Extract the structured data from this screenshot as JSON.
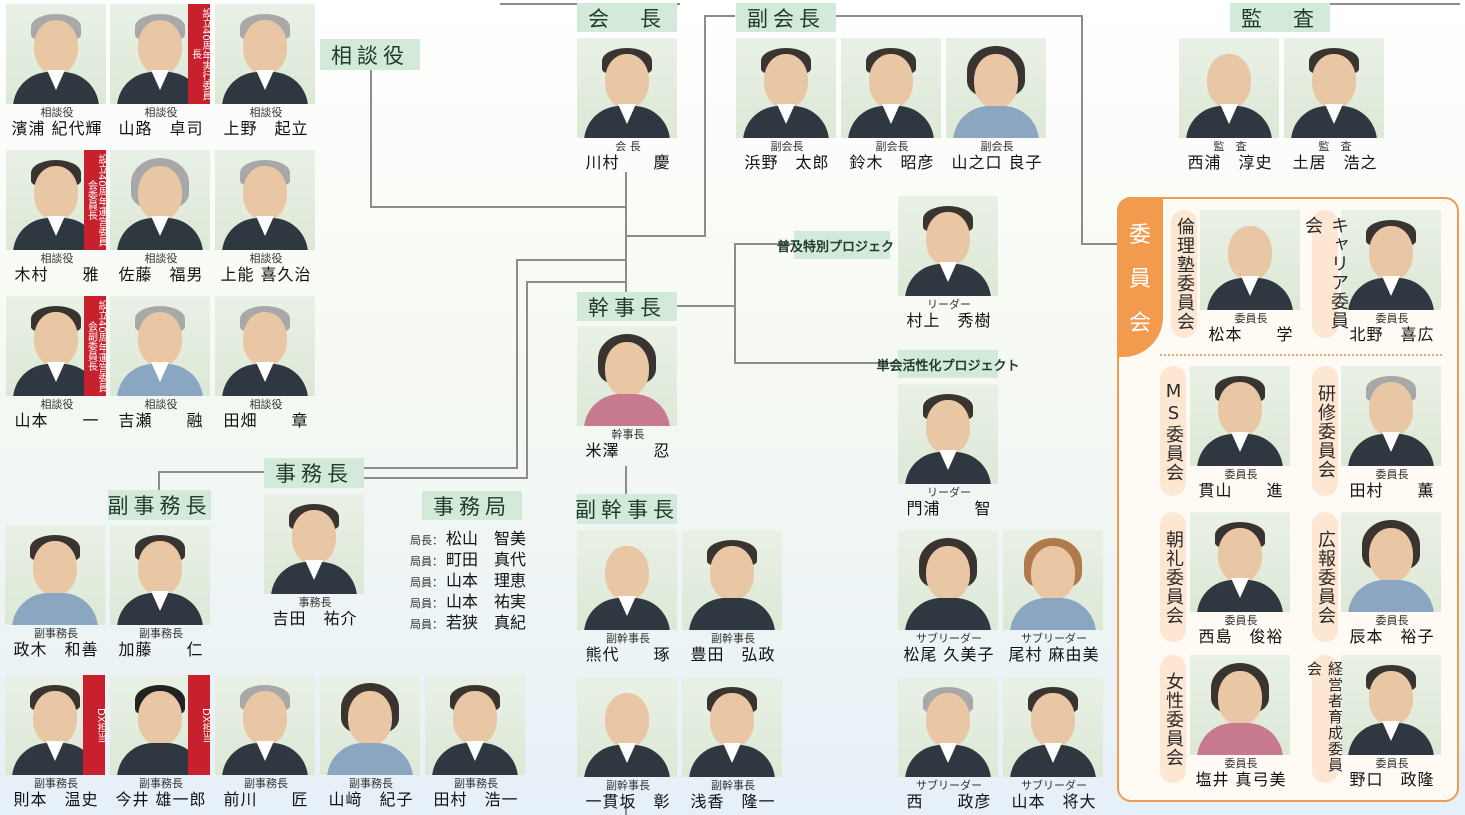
{
  "labels": {
    "soudanyaku": "相談役",
    "kaichou": "会　長",
    "fukukaichou": "副会長",
    "kansa": "監　査",
    "kanjichou": "幹事長",
    "jimuchou": "事務長",
    "fukujimuchou": "副事務長",
    "jimukyoku": "事務局",
    "fukukanjichou": "副幹事長",
    "fukyu": "普及特別プロジェクト",
    "tankai": "単会活性化プロジェクト",
    "iinkai": [
      "委",
      "員",
      "会"
    ]
  },
  "advisors": [
    {
      "role": "相談役",
      "name": "濱浦 紀代輝"
    },
    {
      "role": "相談役",
      "name": "山路　卓司",
      "badge": "設立40周年実行委員長"
    },
    {
      "role": "相談役",
      "name": "上野　起立"
    },
    {
      "role": "相談役",
      "name": "木村　　雅",
      "badge": "設立40周年運営委員会委員長"
    },
    {
      "role": "相談役",
      "name": "佐藤　福男"
    },
    {
      "role": "相談役",
      "name": "上能 喜久治"
    },
    {
      "role": "相談役",
      "name": "山本　　一",
      "badge": "設立40周年運営委員会副委員長"
    },
    {
      "role": "相談役",
      "name": "吉瀬　　融"
    },
    {
      "role": "相談役",
      "name": "田畑　　章"
    }
  ],
  "president": {
    "role": "会 長",
    "name": "川村　　慶"
  },
  "vice_presidents": [
    {
      "role": "副会長",
      "name": "浜野　太郎"
    },
    {
      "role": "副会長",
      "name": "鈴木　昭彦"
    },
    {
      "role": "副会長",
      "name": "山之口 良子"
    }
  ],
  "auditors": [
    {
      "role": "監　査",
      "name": "西浦　淳史"
    },
    {
      "role": "監　査",
      "name": "土居　浩之"
    }
  ],
  "secretary_general": {
    "role": "幹事長",
    "name": "米澤　　忍"
  },
  "office_chief": {
    "role": "事務長",
    "name": "吉田　祐介"
  },
  "vice_office_chiefs": [
    {
      "role": "副事務長",
      "name": "政木　和善"
    },
    {
      "role": "副事務長",
      "name": "加藤　　仁"
    },
    {
      "role": "副事務長",
      "name": "則本　温史",
      "badge": "DX担当"
    },
    {
      "role": "副事務長",
      "name": "今井 雄一郎",
      "badge": "DX担当"
    },
    {
      "role": "副事務長",
      "name": "前川　　匠"
    },
    {
      "role": "副事務長",
      "name": "山﨑　紀子"
    },
    {
      "role": "副事務長",
      "name": "田村　浩一"
    }
  ],
  "office_staff": [
    {
      "role": "局長：",
      "name": "松山　智美"
    },
    {
      "role": "局員：",
      "name": "町田　真代"
    },
    {
      "role": "局員：",
      "name": "山本　理恵"
    },
    {
      "role": "局員：",
      "name": "山本　祐実"
    },
    {
      "role": "局員：",
      "name": "若狭　真紀"
    }
  ],
  "vice_secretaries": [
    {
      "role": "副幹事長",
      "name": "熊代　　琢"
    },
    {
      "role": "副幹事長",
      "name": "豊田　弘政"
    },
    {
      "role": "副幹事長",
      "name": "一貫坂　彰"
    },
    {
      "role": "副幹事長",
      "name": "浅香　隆一"
    }
  ],
  "projects": {
    "fukyu_leader": {
      "role": "リーダー",
      "name": "村上　秀樹"
    },
    "tankai_leader": {
      "role": "リーダー",
      "name": "門浦　　智"
    },
    "subleaders": [
      {
        "role": "サブリーダー",
        "name": "松尾 久美子"
      },
      {
        "role": "サブリーダー",
        "name": "尾村 麻由美"
      },
      {
        "role": "サブリーダー",
        "name": "西　　政彦"
      },
      {
        "role": "サブリーダー",
        "name": "山本　将大"
      }
    ]
  },
  "committees": [
    {
      "name": "倫理塾委員会",
      "role": "委員長",
      "person": "松本　　学"
    },
    {
      "name": "キャリア委員会",
      "role": "委員長",
      "person": "北野　喜広"
    },
    {
      "name": "MS委員会",
      "role": "委員長",
      "person": "貫山　　進"
    },
    {
      "name": "研修委員会",
      "role": "委員長",
      "person": "田村　　薫"
    },
    {
      "name": "朝礼委員会",
      "role": "委員長",
      "person": "西島　俊裕"
    },
    {
      "name": "広報委員会",
      "role": "委員長",
      "person": "辰本　裕子"
    },
    {
      "name": "女性委員会",
      "role": "委員長",
      "person": "塩井 真弓美"
    },
    {
      "name": "経営者育成委員会",
      "role": "委員長",
      "person": "野口　政隆"
    }
  ]
}
